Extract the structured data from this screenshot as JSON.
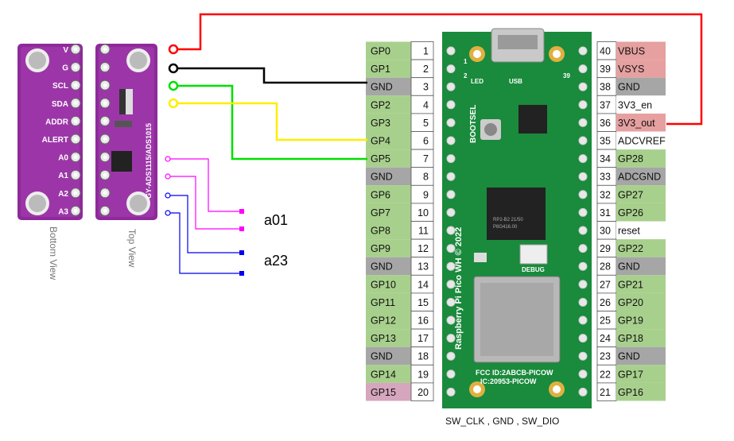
{
  "breakout": {
    "bottom_labels": [
      "V",
      "G",
      "SCL",
      "SDA",
      "ADDR",
      "ALERT",
      "A0",
      "A1",
      "A2",
      "A3"
    ],
    "bottom_view": "Bottom View",
    "top_view": "Top View",
    "chip_text": "GY-ADS1115/ADS1015"
  },
  "pico": {
    "left_pins": [
      {
        "num": "1",
        "label": "GP0",
        "type": "gpio"
      },
      {
        "num": "2",
        "label": "GP1",
        "type": "gpio"
      },
      {
        "num": "3",
        "label": "GND",
        "type": "gnd"
      },
      {
        "num": "4",
        "label": "GP2",
        "type": "gpio"
      },
      {
        "num": "5",
        "label": "GP3",
        "type": "gpio"
      },
      {
        "num": "6",
        "label": "GP4",
        "type": "gpio"
      },
      {
        "num": "7",
        "label": "GP5",
        "type": "gpio"
      },
      {
        "num": "8",
        "label": "GND",
        "type": "gnd"
      },
      {
        "num": "9",
        "label": "GP6",
        "type": "gpio"
      },
      {
        "num": "10",
        "label": "GP7",
        "type": "gpio"
      },
      {
        "num": "11",
        "label": "GP8",
        "type": "gpio"
      },
      {
        "num": "12",
        "label": "GP9",
        "type": "gpio"
      },
      {
        "num": "13",
        "label": "GND",
        "type": "gnd"
      },
      {
        "num": "14",
        "label": "GP10",
        "type": "gpio"
      },
      {
        "num": "15",
        "label": "GP11",
        "type": "gpio"
      },
      {
        "num": "16",
        "label": "GP12",
        "type": "gpio"
      },
      {
        "num": "17",
        "label": "GP13",
        "type": "gpio"
      },
      {
        "num": "18",
        "label": "GND",
        "type": "gnd"
      },
      {
        "num": "19",
        "label": "GP14",
        "type": "gpio"
      },
      {
        "num": "20",
        "label": "GP15",
        "type": "special"
      }
    ],
    "right_pins": [
      {
        "num": "40",
        "label": "VBUS",
        "type": "power"
      },
      {
        "num": "39",
        "label": "VSYS",
        "type": "power"
      },
      {
        "num": "38",
        "label": "GND",
        "type": "gnd"
      },
      {
        "num": "37",
        "label": "3V3_en",
        "type": "none"
      },
      {
        "num": "36",
        "label": "3V3_out",
        "type": "power"
      },
      {
        "num": "35",
        "label": "ADCVREF",
        "type": "none"
      },
      {
        "num": "34",
        "label": "GP28",
        "type": "gpio"
      },
      {
        "num": "33",
        "label": "ADCGND",
        "type": "gnd"
      },
      {
        "num": "32",
        "label": "GP27",
        "type": "gpio"
      },
      {
        "num": "31",
        "label": "GP26",
        "type": "gpio"
      },
      {
        "num": "30",
        "label": "reset",
        "type": "none"
      },
      {
        "num": "29",
        "label": "GP22",
        "type": "gpio"
      },
      {
        "num": "28",
        "label": "GND",
        "type": "gnd"
      },
      {
        "num": "27",
        "label": "GP21",
        "type": "gpio"
      },
      {
        "num": "26",
        "label": "GP20",
        "type": "gpio"
      },
      {
        "num": "25",
        "label": "GP19",
        "type": "gpio"
      },
      {
        "num": "24",
        "label": "GP18",
        "type": "gpio"
      },
      {
        "num": "23",
        "label": "GND",
        "type": "gnd"
      },
      {
        "num": "22",
        "label": "GP17",
        "type": "gpio"
      },
      {
        "num": "21",
        "label": "GP16",
        "type": "gpio"
      }
    ],
    "board_text": "Raspberry Pi Pico WH © 2022",
    "bootsel": "BOOTSEL",
    "led": "LED",
    "usb": "USB",
    "debug": "DEBUG",
    "chip_text": "RP2-B2 21/50",
    "chip_text2": "P8G416.00",
    "fcc": "FCC ID:2ABCB-PICOW",
    "ic": "IC:20953-PICOW",
    "pad_corner_tl": "1",
    "pad_corner_tl2": "2",
    "pad_corner_tr": "39",
    "footer": "SW_CLK , GND , SW_DIO"
  },
  "labels": {
    "a01": "a01",
    "a23": "a23"
  },
  "colors": {
    "gpio": "#a8d08d",
    "gnd": "#a6a6a6",
    "power": "#e6a0a0",
    "special": "#d5a6bd",
    "board": "#1a8a3c",
    "breakout": "#8e2a9a",
    "wire_red": "#ff0000",
    "wire_black": "#000000",
    "wire_green": "#00e000",
    "wire_yellow": "#ffee00",
    "wire_magenta": "#ff00ff",
    "wire_blue": "#0000ee"
  }
}
